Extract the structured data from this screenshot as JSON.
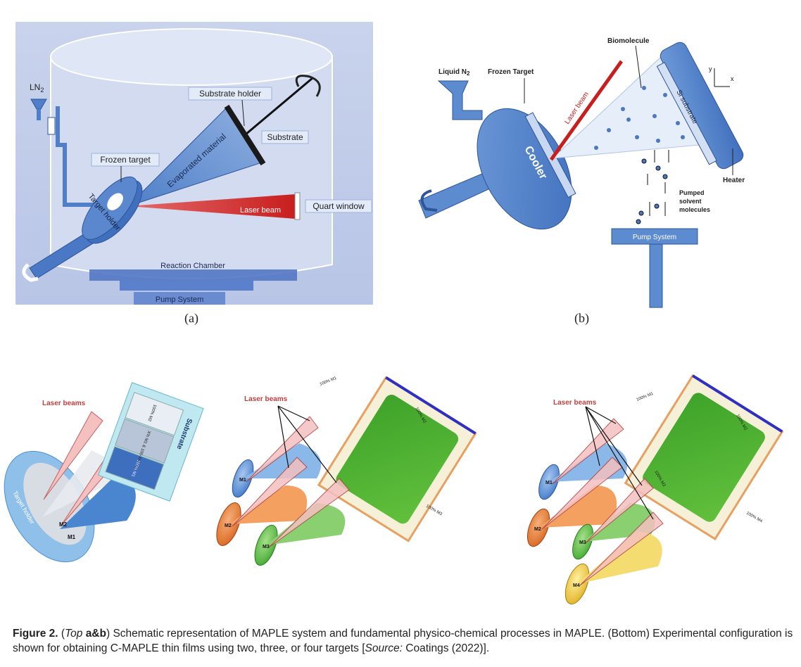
{
  "panel_a": {
    "label": "(a)",
    "ln2": "LN",
    "ln2_sub": "2",
    "substrate_holder": "Substrate holder",
    "substrate": "Substrate",
    "frozen_target": "Frozen target",
    "evaporated_material": "Evaporated material",
    "target_holder": "Target holder",
    "laser_beam": "Laser beam",
    "quart_window": "Quart window",
    "reaction_chamber": "Reaction Chamber",
    "pump_system": "Pump System"
  },
  "panel_b": {
    "label": "(b)",
    "liquid_n2": "Liquid N",
    "liquid_n2_sub": "2",
    "frozen_target": "Frozen Target",
    "laser_beam": "Laser beam",
    "biomolecule": "Biomolecule",
    "cooler": "Cooler",
    "si_substrate": "Si substrate",
    "heater": "Heater",
    "pumped_solvent_1": "Pumped",
    "pumped_solvent_2": "solvent",
    "pumped_solvent_3": "molecules",
    "pump_system": "Pump System",
    "axis_y": "y",
    "axis_x": "x"
  },
  "bottom": {
    "p1": {
      "laser_beams": "Laser beams",
      "substrate": "Substrate",
      "target_holder": "Target holder",
      "region1": "100% M2",
      "region2": "X% M1 & 100-X% M2",
      "region3": "100% M1",
      "m1": "M1",
      "m2": "M2"
    },
    "p2": {
      "laser_beams": "Laser beams",
      "m1_label": "100% M1",
      "m2_label": "100% M2",
      "m3_label": "100% M3",
      "t1": "M1",
      "t2": "M2",
      "t3": "M3"
    },
    "p3": {
      "laser_beams": "Laser beams",
      "m1_label": "100% M1",
      "m2_label": "100% M2",
      "m3_label": "100% M3",
      "m4_label": "100% M4",
      "t1": "M1",
      "t2": "M2",
      "t3": "M3",
      "t4": "M4"
    }
  },
  "caption": {
    "fig": "Figure 2.",
    "p1": " (",
    "top": "Top",
    "p2": " ",
    "ab": "a&b",
    "p3": ") Schematic representation of MAPLE system and fundamental physico-chemical processes in MAPLE. (Bottom) Experimental configuration is shown for obtaining C-MAPLE thin films using two, three, or four targets [",
    "source": "Source:",
    "p4": " Coatings (2022)]."
  }
}
